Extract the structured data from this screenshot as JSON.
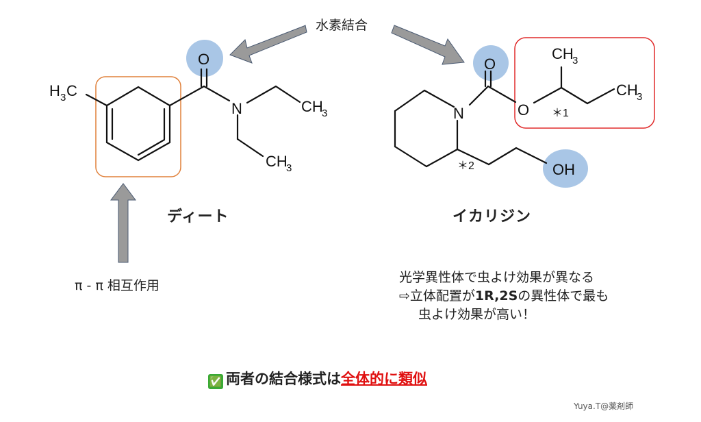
{
  "labels": {
    "hydrogen_bond": "水素結合",
    "pi_pi": "π - π 相互作用",
    "deet_name": "ディート",
    "icaridin_name": "イカリジン",
    "note_line1": "光学異性体で虫よけ効果が異なる",
    "note_line2_prefix": "⇨立体配置が",
    "note_line2_bold": "1R,2S",
    "note_line2_suffix": "の異性体で最も",
    "note_line3": "虫よけ効果が高い！",
    "conclusion_check": "✅",
    "conclusion_prefix": "両者の結合様式は",
    "conclusion_highlight": "全体的に類似",
    "credit": "Yuya.T@薬剤師"
  },
  "atoms": {
    "deet_o": "O",
    "deet_n": "N",
    "deet_h3c_h": "H",
    "deet_h3c_3": "3",
    "deet_h3c_c": "C",
    "deet_ch3a_c": "CH",
    "deet_ch3a_3": "3",
    "deet_ch3b_c": "CH",
    "deet_ch3b_3": "3",
    "ic_o_carbonyl": "O",
    "ic_n": "N",
    "ic_o_ester": "O",
    "ic_ch3_top_c": "CH",
    "ic_ch3_top_3": "3",
    "ic_ch3_right_c": "CH",
    "ic_ch3_right_3": "3",
    "ic_oh": "OH",
    "ic_star1": "＊1",
    "ic_star2": "＊2"
  },
  "colors": {
    "hbond_highlight": "#a9c6e6",
    "orange_box": "#e0803a",
    "red_box": "#e02a2a",
    "arrow_fill": "#9a9a9a",
    "arrow_stroke": "#4a5a72",
    "highlight_text": "#e01010"
  }
}
